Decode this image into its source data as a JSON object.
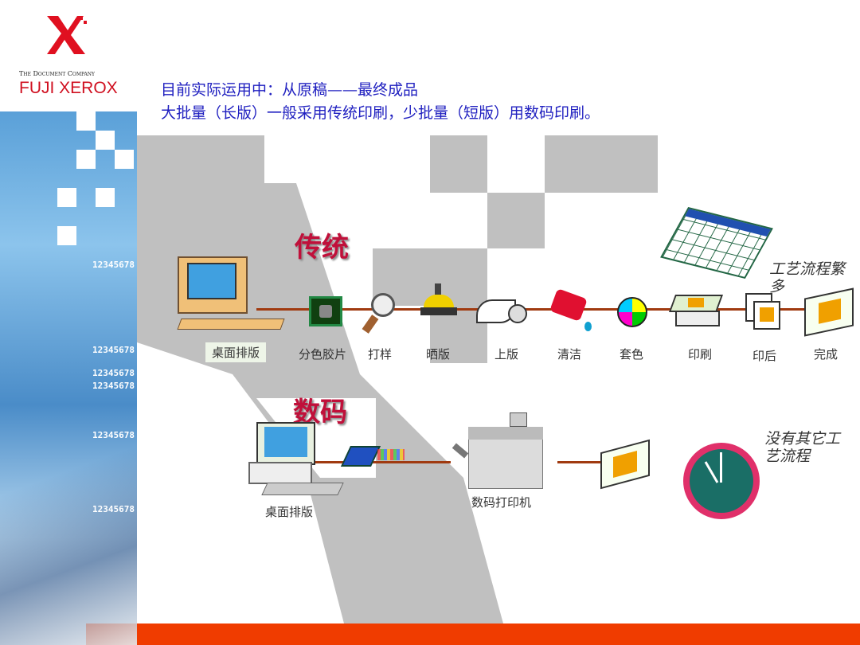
{
  "logo": {
    "tagline": "The Document Company",
    "brand": "FUJI XEROX",
    "mark": "X"
  },
  "header": {
    "line1": "目前实际运用中：从原稿——最终成品",
    "line2": "大批量（长版）一般采用传统印刷，少批量（短版）用数码印刷。"
  },
  "sidebar": {
    "numbers": [
      "12345678",
      "12345678",
      "12345678",
      "12345678",
      "12345678",
      "12345678"
    ]
  },
  "traditional": {
    "title": "传统",
    "steps": [
      "桌面排版",
      "分色胶片",
      "打样",
      "晒版",
      "上版",
      "清洁",
      "套色",
      "印刷",
      "印后",
      "完成"
    ],
    "note": "工艺流程繁多"
  },
  "digital": {
    "title": "数码",
    "steps": [
      "桌面排版",
      "数码打印机"
    ],
    "note": "没有其它工艺流程"
  },
  "colors": {
    "title": "#2020c0",
    "heading": "#c0103a",
    "arrow": "#a03a10",
    "footer": "#f03c00"
  }
}
